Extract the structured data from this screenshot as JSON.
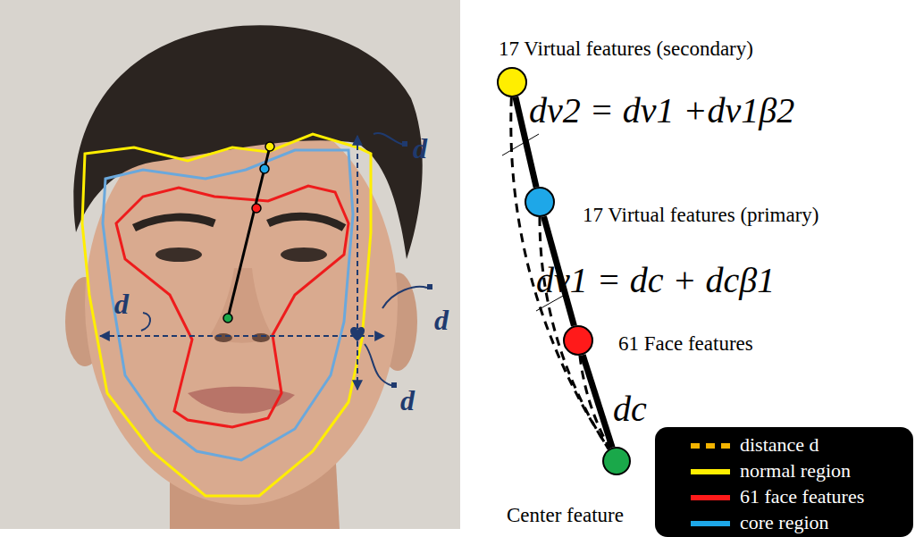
{
  "diagram": {
    "nodes": [
      {
        "text": [
          "17 Virtual features (secondary)"
        ]
      },
      {
        "text": [
          "17 Virtual features (primary)"
        ]
      },
      {
        "text": [
          "61 Face features"
        ]
      },
      {
        "text": [
          "Center feature"
        ]
      }
    ],
    "edges": [
      {
        "from": 0,
        "to": 1,
        "arrow": "none",
        "label": "dv2 = dv1 +dv1β2"
      },
      {
        "from": 1,
        "to": 2,
        "arrow": "none",
        "label": "dv1 = dc + dcβ1"
      },
      {
        "from": 2,
        "to": 3,
        "arrow": "none"
      },
      {
        "from": 0,
        "to": 3,
        "arrow": "none"
      },
      {
        "from": 1,
        "to": 3,
        "arrow": "none"
      },
      {
        "from": 2,
        "to": 3,
        "arrow": "none",
        "label": "dc"
      }
    ],
    "labels": [
      "d",
      "d",
      "d",
      "d"
    ],
    "legend": [
      {
        "text": "distance d",
        "color": "#f4b400"
      },
      {
        "text": "normal region",
        "color": "#ffee00"
      },
      {
        "text": "61 face features",
        "color": "#ff1a1a"
      },
      {
        "text": "core region",
        "color": "#1ea7e8"
      }
    ]
  }
}
